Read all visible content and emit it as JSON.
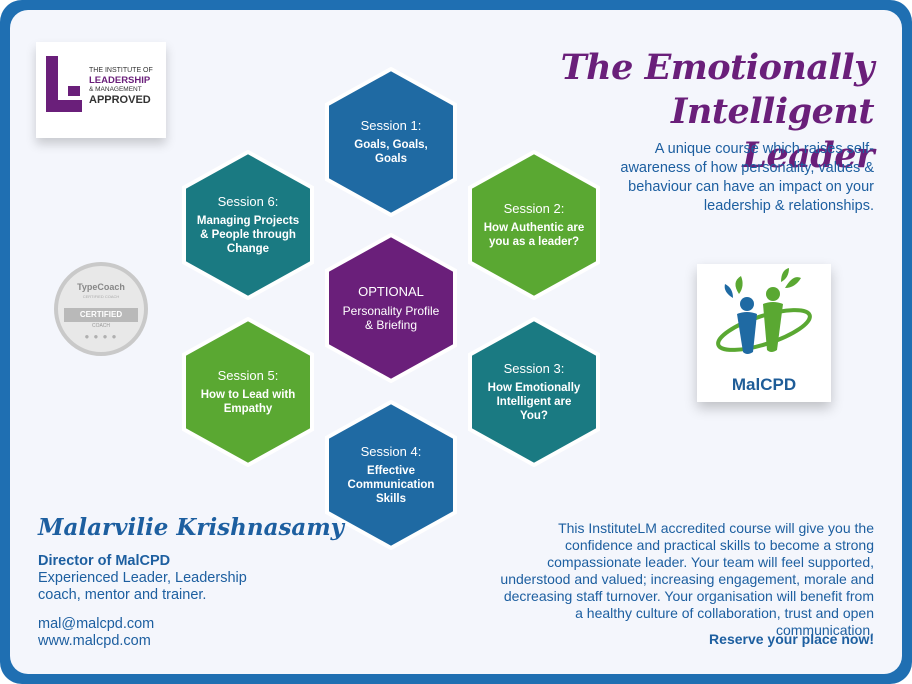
{
  "header": {
    "title_line1": "The Emotionally Intelligent",
    "title_line2": "Leader",
    "intro": "A unique course which raises self-awareness of how personality, values & behaviour can have an impact on your leadership & relationships."
  },
  "badges": {
    "ilm": {
      "line1": "THE INSTITUTE OF",
      "line2": "LEADERSHIP",
      "line3": "& MANAGEMENT",
      "line4": "APPROVED"
    },
    "typecoach": {
      "brand": "TypeCoach",
      "sub": "CERTIFIED COACH",
      "band": "CERTIFIED",
      "coach": "COACH"
    },
    "malcpd": {
      "name": "MalCPD"
    }
  },
  "sessions": [
    {
      "title": "Session 1:",
      "body": "Goals, Goals, Goals",
      "color": "#1f6aa3"
    },
    {
      "title": "Session 2:",
      "body": "How Authentic are you as a leader?",
      "color": "#5aa832"
    },
    {
      "title": "Session 3:",
      "body": "How Emotionally Intelligent are You?",
      "color": "#1a7a82"
    },
    {
      "title": "Session 4:",
      "body": "Effective Communication Skills",
      "color": "#1f6aa3"
    },
    {
      "title": "Session 5:",
      "body": "How to Lead with Empathy",
      "color": "#5aa832"
    },
    {
      "title": "Session 6:",
      "body": "Managing Projects & People through Change",
      "color": "#1a7a82"
    },
    {
      "title": "OPTIONAL",
      "body": "Personality Profile & Briefing",
      "color": "#6a1f7a"
    }
  ],
  "presenter": {
    "name": "Malarvilie Krishnasamy",
    "role": "Director of MalCPD",
    "description": "Experienced Leader, Leadership coach, mentor and trainer.",
    "email": "mal@malcpd.com",
    "website": "www.malcpd.com"
  },
  "course": {
    "text": "This InstituteLM accredited course will give you the confidence and practical skills to become a strong compassionate leader. Your team will feel supported, understood and valued; increasing engagement, morale and decreasing staff turnover. Your organisation will benefit from a healthy culture of collaboration, trust and open communication.",
    "cta": "Reserve your place now!"
  },
  "colors": {
    "frame": "#1f6fb2",
    "title": "#6a1f7a",
    "text": "#1d5fa0"
  }
}
